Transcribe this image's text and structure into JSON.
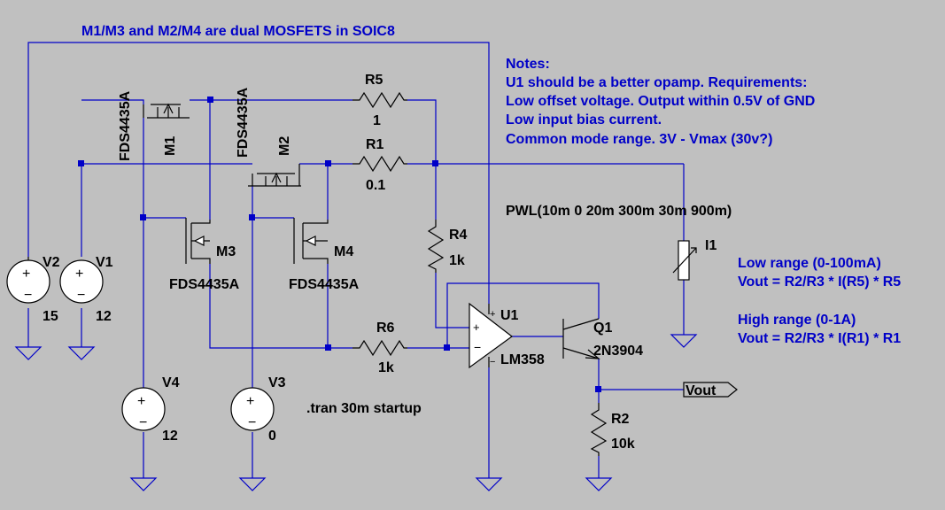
{
  "title": "M1/M3 and M2/M4 are dual MOSFETS in SOIC8",
  "notes": [
    "Notes:",
    "U1 should be a better opamp.  Requirements:",
    "Low offset voltage.  Output within 0.5V of GND",
    "Low input bias current.",
    "Common mode range. 3V - Vmax (30v?)"
  ],
  "ranges": [
    "Low range (0-100mA)",
    "Vout = R2/R3 * I(R5) * R5",
    "High range (0-1A)",
    "Vout = R2/R3 * I(R1) * R1"
  ],
  "directives": {
    "pwl": "PWL(10m 0 20m 300m 30m 900m)",
    "tran": ".tran 30m startup"
  },
  "components": {
    "m1": {
      "name": "M1",
      "model": "FDS4435A"
    },
    "m2": {
      "name": "M2",
      "model": "FDS4435A"
    },
    "m3": {
      "name": "M3",
      "model": "FDS4435A"
    },
    "m4": {
      "name": "M4",
      "model": "FDS4435A"
    },
    "r1": {
      "name": "R1",
      "value": "0.1"
    },
    "r2": {
      "name": "R2",
      "value": "10k"
    },
    "r4": {
      "name": "R4",
      "value": "1k"
    },
    "r5": {
      "name": "R5",
      "value": "1"
    },
    "r6": {
      "name": "R6",
      "value": "1k"
    },
    "v1": {
      "name": "V1",
      "value": "12"
    },
    "v2": {
      "name": "V2",
      "value": "15"
    },
    "v3": {
      "name": "V3",
      "value": "0"
    },
    "v4": {
      "name": "V4",
      "value": "12"
    },
    "u1": {
      "name": "U1",
      "model": "LM358"
    },
    "q1": {
      "name": "Q1",
      "model": "2N3904"
    },
    "i1": {
      "name": "I1"
    },
    "vout": {
      "name": "Vout"
    }
  },
  "colors": {
    "background": "#c0c0c0",
    "wire": "#0000c8",
    "text": "#000000"
  }
}
